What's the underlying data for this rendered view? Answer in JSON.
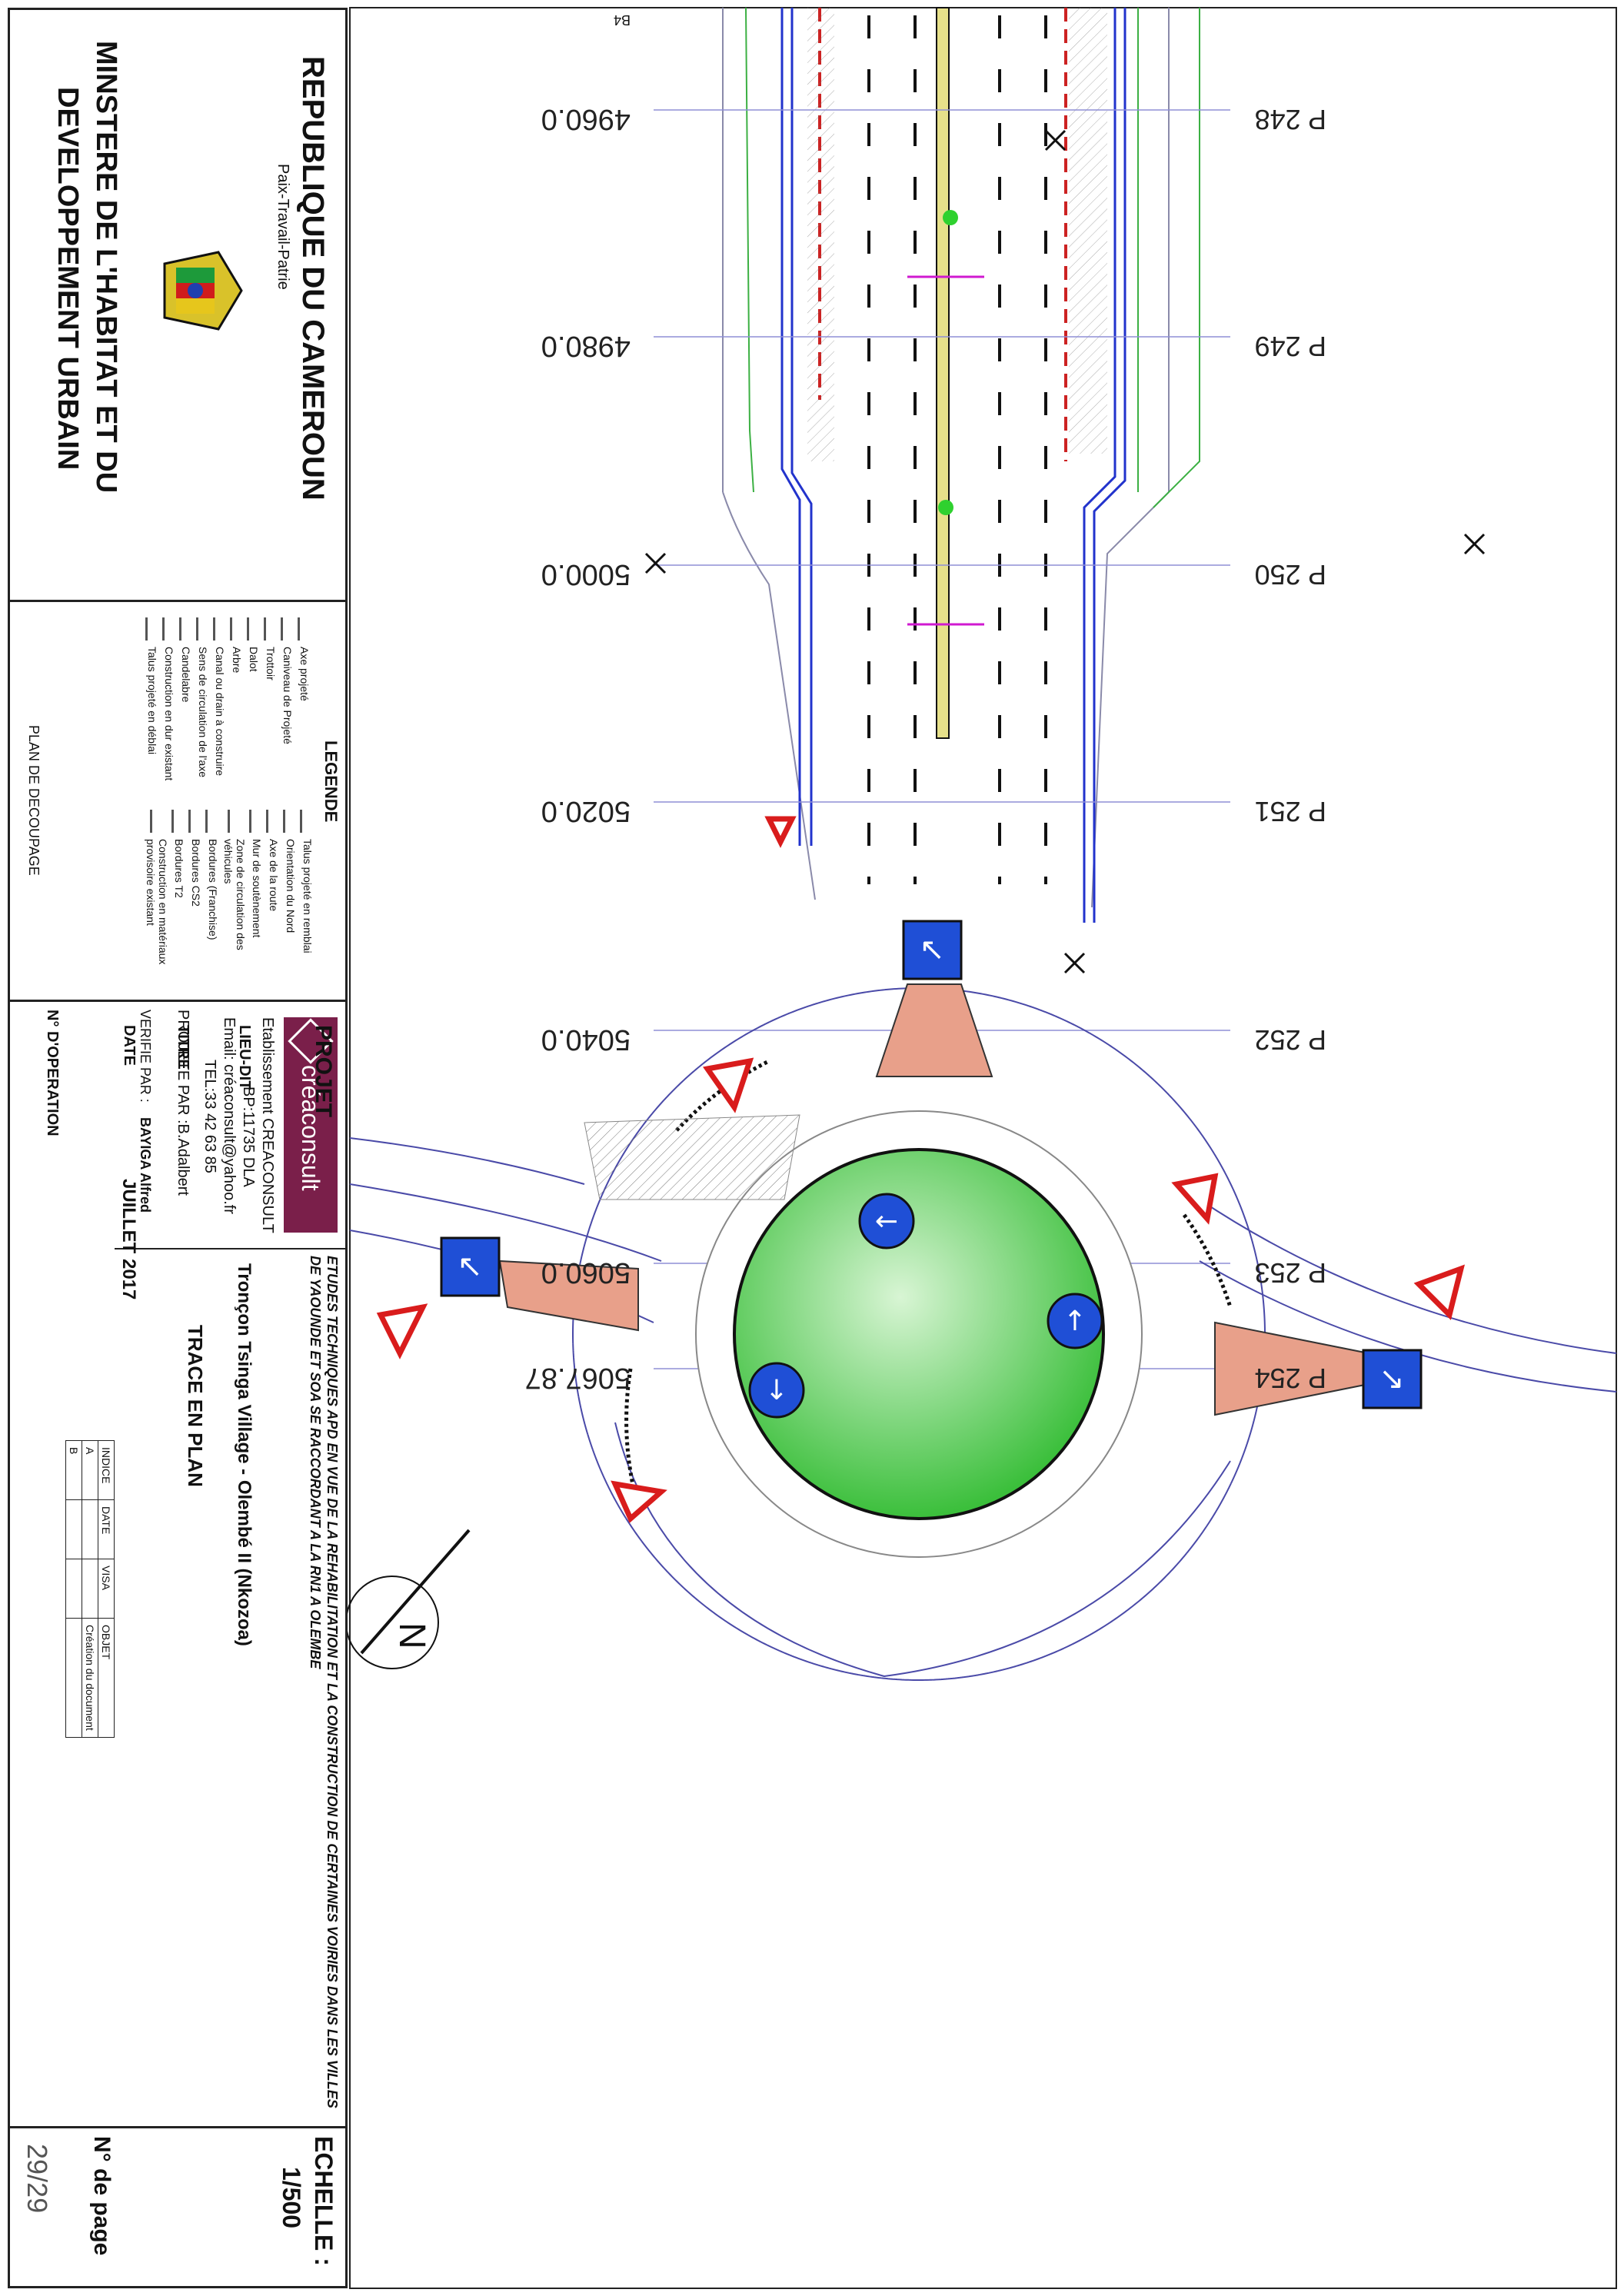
{
  "titleblock": {
    "republic": "REPUBLIQUE DU CAMEROUN",
    "motto": "Paix-Travail-Patrie",
    "ministry_line1": "MINSTERE DE L'HABITAT ET DU",
    "ministry_line2": "DEVELOPPEMENT URBAIN",
    "legend_title": "LEGENDE",
    "legend_items": [
      {
        "label": "Axe projeté",
        "icon": "red-dash-axis-icon"
      },
      {
        "label": "Caniveau de Projeté",
        "icon": "blue-channel-icon"
      },
      {
        "label": "Trottoir",
        "icon": "hatched-sidewalk-icon"
      },
      {
        "label": "Dalot",
        "icon": "culvert-icon"
      },
      {
        "label": "Arbre",
        "icon": "tree-icon"
      },
      {
        "label": "Canal ou drain à construire",
        "icon": "blue-drain-icon"
      },
      {
        "label": "Sens de circulation de l'axe",
        "icon": "traffic-direction-icon"
      },
      {
        "label": "Candelabre",
        "icon": "lamp-post-icon"
      },
      {
        "label": "Construction en dur existant",
        "icon": "hatched-building-icon"
      },
      {
        "label": "Talus projeté en déblai",
        "icon": "green-cut-slope-icon"
      },
      {
        "label": "Talus projeté en remblai",
        "icon": "red-fill-slope-icon"
      },
      {
        "label": "Orientation du Nord",
        "icon": "north-arrow-small-icon"
      },
      {
        "label": "Axe de la route",
        "icon": "road-axis-icon"
      },
      {
        "label": "Mur de soutènement",
        "icon": "retaining-wall-icon"
      },
      {
        "label": "Zone de circulation des véhicules",
        "icon": "vehicle-zone-icon"
      },
      {
        "label": "Bordures (Franchise)",
        "icon": "kerb-t2-icon"
      },
      {
        "label": "Bordures CS2",
        "icon": "kerb-cs2-icon"
      },
      {
        "label": "Bordures T2",
        "icon": "kerb-t2-icon"
      },
      {
        "label": "Construction en matériaux provisoire existant",
        "icon": "temporary-building-icon"
      }
    ],
    "plan_decoupage": "PLAN DE DECOUPAGE",
    "company": {
      "logo_text": "créaconsult",
      "name": "Etablissement CREACONSULT",
      "bp": "BP:11735 DLA",
      "email": "Email: créaconsult@yahoo.fr",
      "tel": "TEL:33 42 63 85"
    },
    "projete_par": "PROJETE PAR :B.Adalbert",
    "verifie_par_label": "VERIFIE PAR :",
    "verifie_par_name": "BAYIGA Alfred",
    "projet_label": "PROJET",
    "projet_value": "ETUDES TECHNIQUES APD EN VUE DE LA REHABILITATION ET LA CONSTRUCTION DE CERTAINES VOIRIES DANS LES VILLES DE YAOUNDE ET SOA SE RACCORDANT A LA RN1 A OLEMBE",
    "lieu_dit_label": "LIEU-DIT",
    "lieu_dit_value": "Tronçon Tsinga Village - Olembé II (Nkozoa)",
    "titre_label": "TITRE",
    "titre_value": "TRACE EN PLAN",
    "date_label": "DATE",
    "date_value": "JUILLET 2017",
    "operation_label": "N° D'OPERATION",
    "revisions": {
      "headers": [
        "INDICE",
        "DATE",
        "VISA",
        "OBJET"
      ],
      "rows": [
        [
          "A",
          "",
          "",
          "Création du document"
        ],
        [
          "B",
          "",
          "",
          ""
        ]
      ]
    },
    "echelle_label": "ECHELLE :",
    "echelle_value": "1/500",
    "page_label": "N° de page",
    "page_value": "29/29"
  },
  "plan": {
    "profiles": [
      "P 248",
      "P 249",
      "P 250",
      "P 251",
      "P 252",
      "P 253",
      "P 254"
    ],
    "chainages": [
      "4960.0",
      "4980.0",
      "5000.0",
      "5020.0",
      "5040.0",
      "5060.0",
      "5067.87"
    ],
    "corner_tag": "B4",
    "colors": {
      "roundabout": "#3bbf3b",
      "island": "#e8a08a",
      "axis": "#cc2222",
      "channel": "#2233cc",
      "slope": "#3cb043",
      "sign_blue": "#1f4fd6",
      "sign_red": "#d91c1c"
    }
  }
}
